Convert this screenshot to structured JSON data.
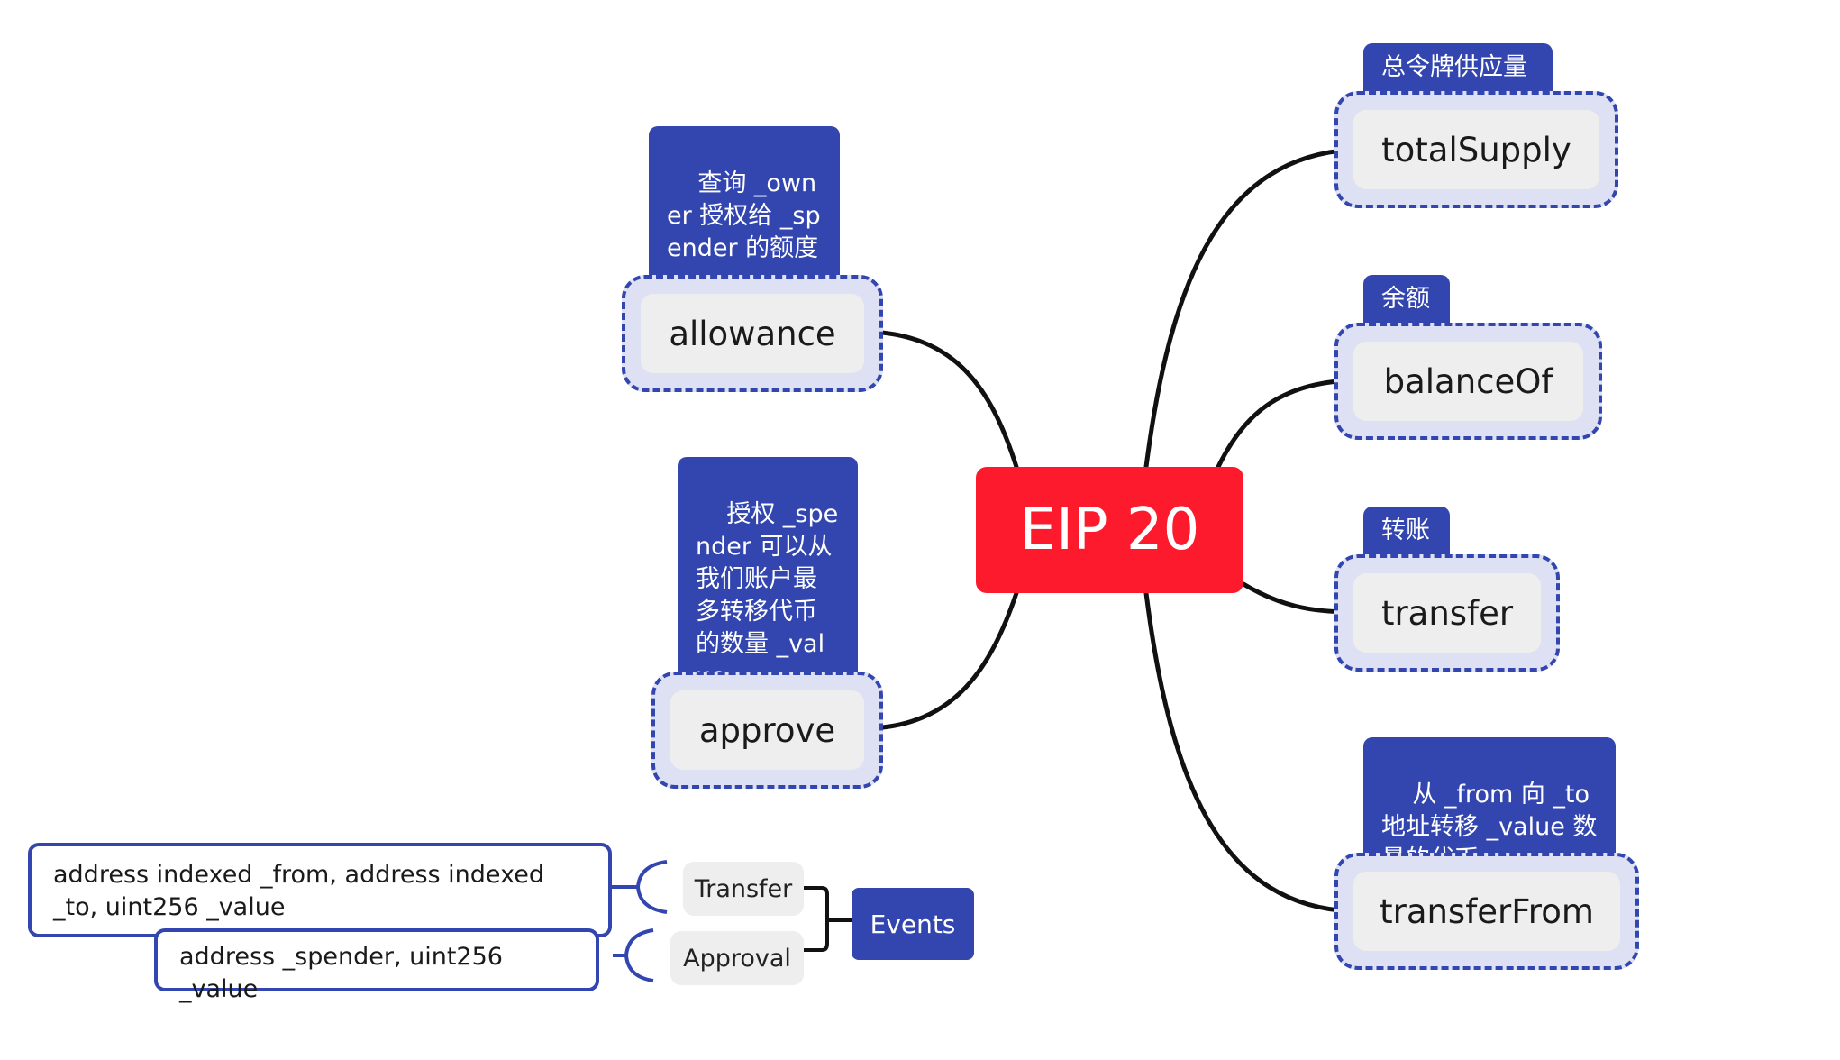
{
  "root": {
    "label": "EIP 20",
    "color": "#fd1a2c"
  },
  "colors": {
    "accent": "#3346b0",
    "frame_fill": "#dee1f3",
    "node_fill": "#eeeeee",
    "edge": "#111111"
  },
  "functions": {
    "totalSupply": {
      "label": "totalSupply",
      "note": "总令牌供应量"
    },
    "balanceOf": {
      "label": "balanceOf",
      "note": "余额"
    },
    "transfer": {
      "label": "transfer",
      "note": "转账"
    },
    "transferFrom": {
      "label": "transferFrom",
      "note": "从 _from 向 _to 地址转移 _value 数量的代币"
    },
    "allowance": {
      "label": "allowance",
      "note": "查询 _owner 授权给 _spender 的额度"
    },
    "approve": {
      "label": "approve",
      "note": "授权 _spender 可以从我们账户最多转移代币的数量 _value"
    }
  },
  "events": {
    "label": "Events",
    "transfer": {
      "label": "Transfer",
      "params": "address indexed _from, address indexed _to, uint256 _value"
    },
    "approval": {
      "label": "Approval",
      "params": "address _spender, uint256 _value"
    }
  }
}
